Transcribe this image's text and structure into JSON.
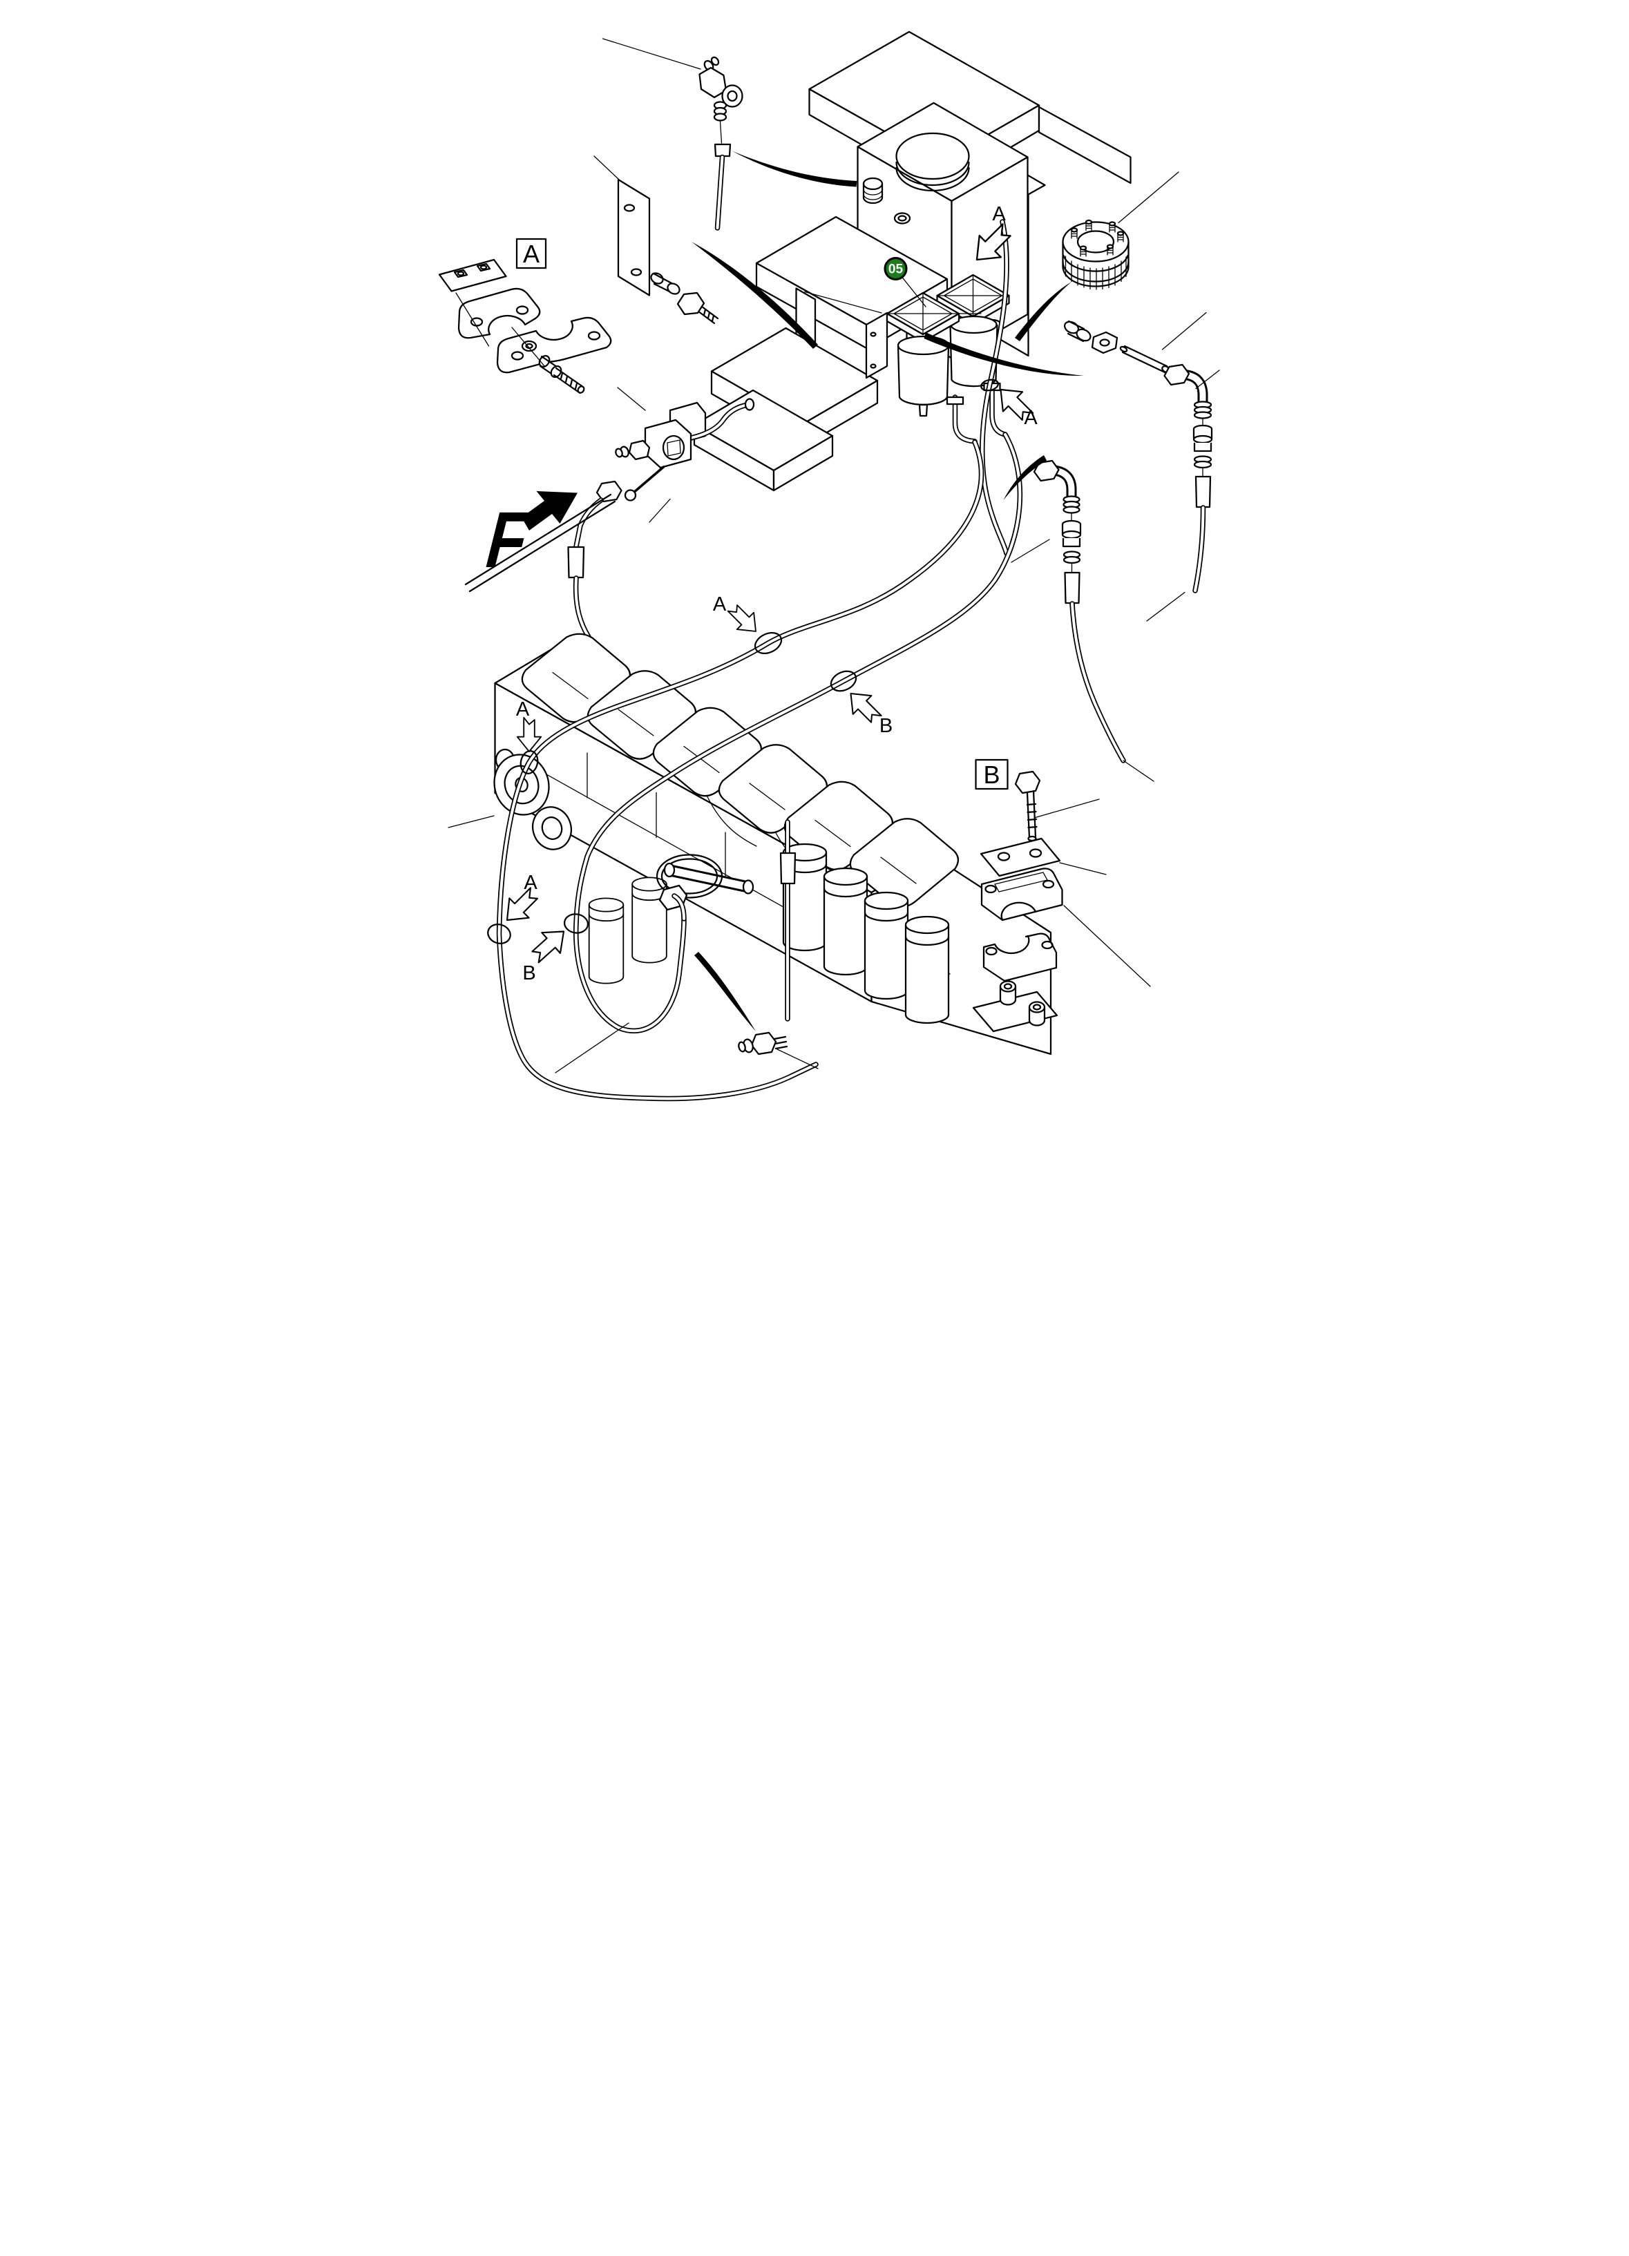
{
  "diagram": {
    "background_color": "#ffffff",
    "line_color": "#000000",
    "part_balloon": {
      "text": "05",
      "fill_color": "#1c7c1c",
      "text_color": "#ffffff"
    },
    "detail_boxes": [
      {
        "label": "A"
      },
      {
        "label": "B"
      }
    ],
    "front_marker": {
      "text": "F"
    },
    "view_arrows": [
      {
        "label": "A",
        "position": "upper-right-near-tank"
      },
      {
        "label": "A",
        "position": "right-middle-near-filters"
      },
      {
        "label": "A",
        "position": "center-on-engine"
      },
      {
        "label": "B",
        "position": "center-right-of-engine"
      },
      {
        "label": "A",
        "position": "left-upper-grommet"
      },
      {
        "label": "A",
        "position": "left-lower-grommet"
      },
      {
        "label": "B",
        "position": "left-bottom-grommet"
      }
    ]
  }
}
